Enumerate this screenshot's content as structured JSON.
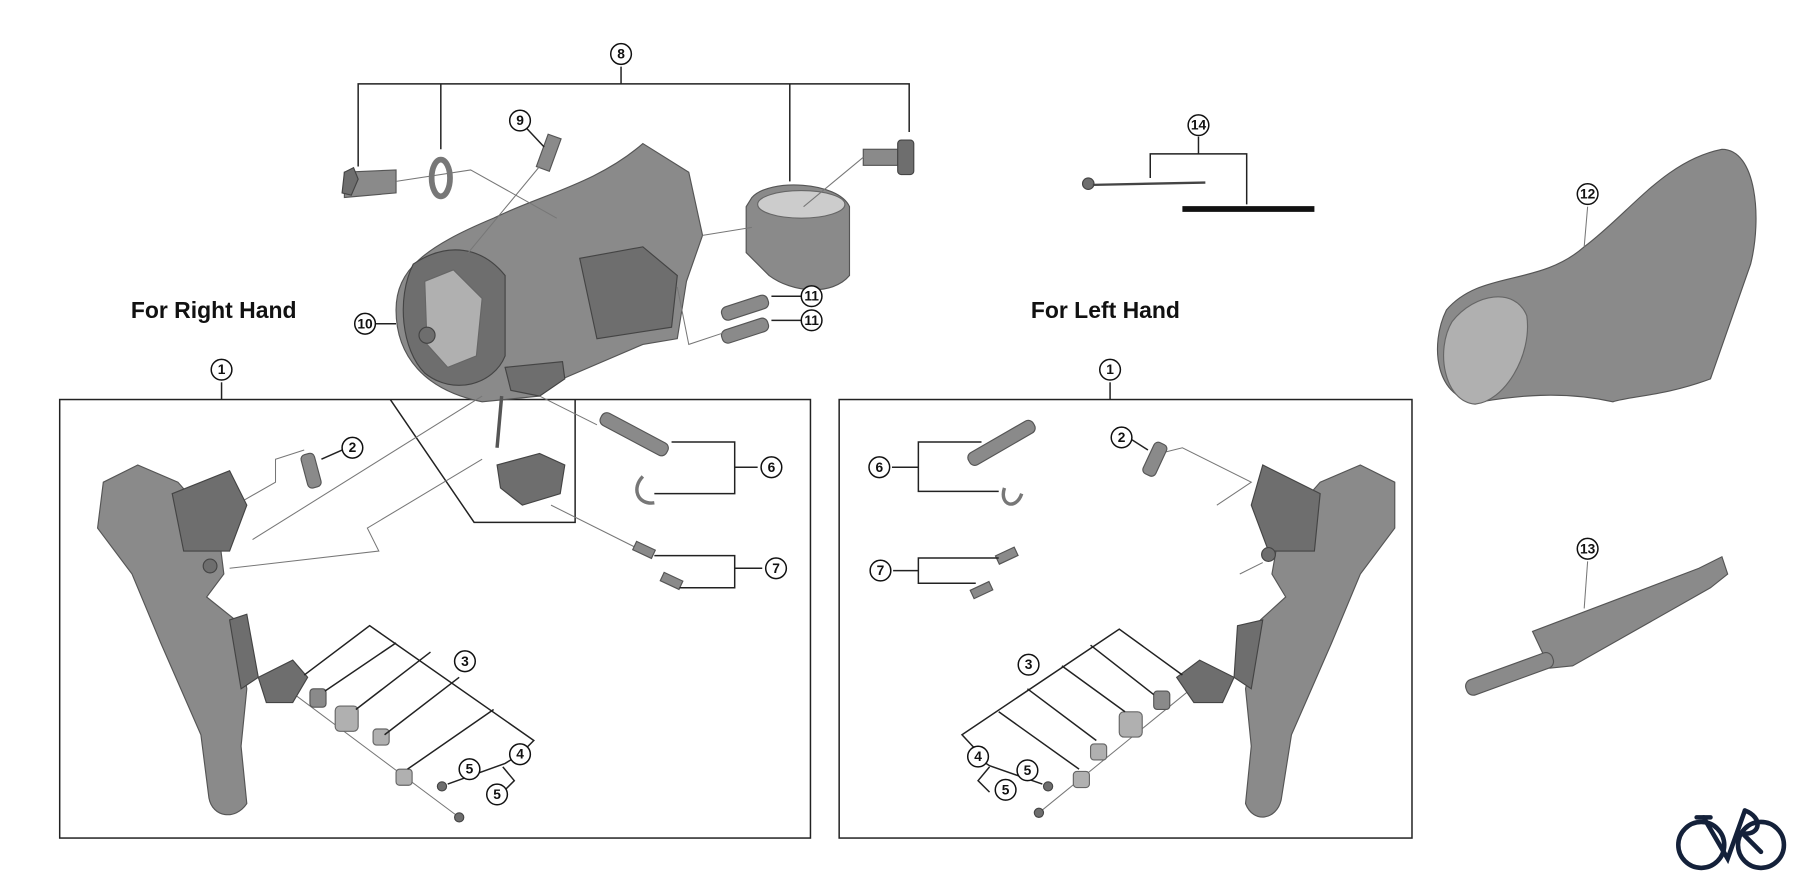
{
  "labels": {
    "right_hand": "For Right Hand",
    "left_hand": "For Left Hand"
  },
  "callouts": {
    "c1": "1",
    "c2": "2",
    "c3": "3",
    "c4": "4",
    "c5": "5",
    "c6": "6",
    "c7": "7",
    "c8": "8",
    "c9": "9",
    "c10": "10",
    "c11": "11",
    "c12": "12",
    "c13": "13",
    "c14": "14"
  },
  "logo": {
    "icon": "bicycle-logo-icon",
    "color": "#14213a"
  }
}
